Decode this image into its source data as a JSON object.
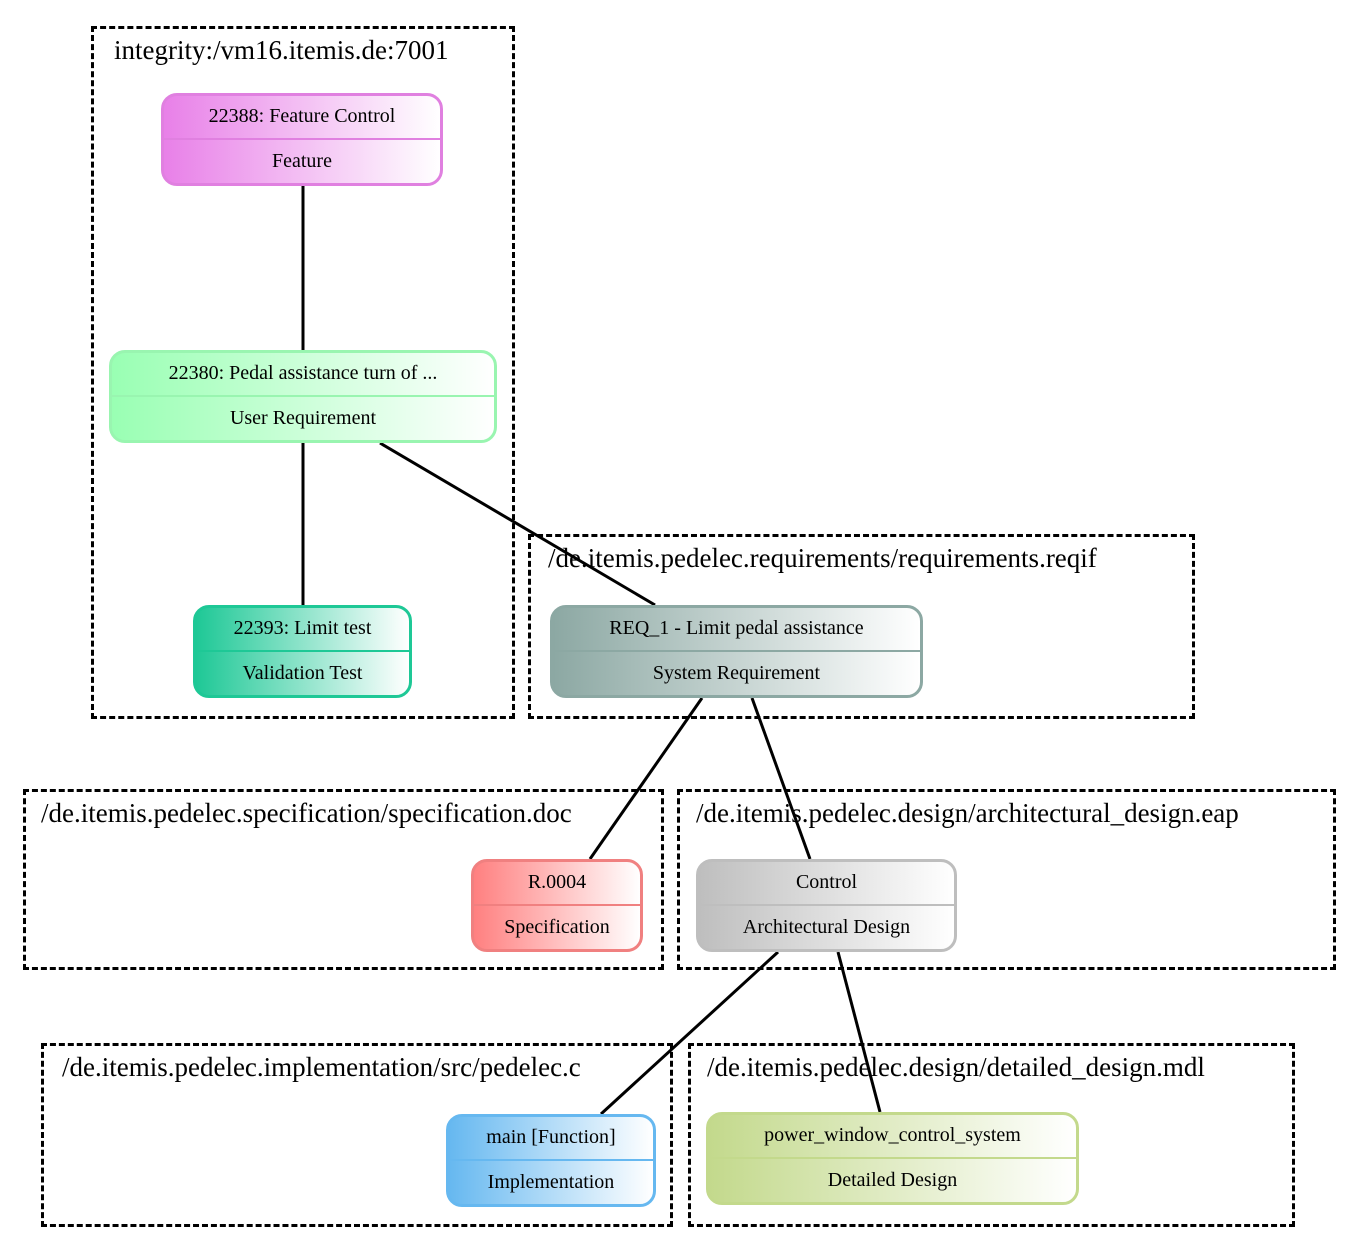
{
  "clusters": {
    "integrity": {
      "label": "integrity:/vm16.itemis.de:7001"
    },
    "reqif": {
      "label": "/de.itemis.pedelec.requirements/requirements.reqif"
    },
    "spec": {
      "label": "/de.itemis.pedelec.specification/specification.doc"
    },
    "arch": {
      "label": "/de.itemis.pedelec.design/architectural_design.eap"
    },
    "impl": {
      "label": "/de.itemis.pedelec.implementation/src/pedelec.c"
    },
    "detail": {
      "label": "/de.itemis.pedelec.design/detailed_design.mdl"
    }
  },
  "nodes": {
    "feature": {
      "title": "22388: Feature Control",
      "type": "Feature",
      "color": "#e880e8"
    },
    "user_req": {
      "title": "22380: Pedal assistance turn of ...",
      "type": "User Requirement",
      "color": "#99ffb3"
    },
    "validation": {
      "title": "22393: Limit test",
      "type": "Validation Test",
      "color": "#1ec896"
    },
    "sys_req": {
      "title": "REQ_1 - Limit pedal assistance",
      "type": "System Requirement",
      "color": "#8ca8a3"
    },
    "spec": {
      "title": "R.0004",
      "type": "Specification",
      "color": "#ff8080"
    },
    "arch": {
      "title": "Control",
      "type": "Architectural Design",
      "color": "#bebebe"
    },
    "impl": {
      "title": "main [Function]",
      "type": "Implementation",
      "color": "#66b8f0"
    },
    "detail": {
      "title": "power_window_control_system",
      "type": "Detailed Design",
      "color": "#c3d98c"
    }
  },
  "edges": [
    [
      "feature",
      "user_req"
    ],
    [
      "user_req",
      "validation"
    ],
    [
      "user_req",
      "sys_req"
    ],
    [
      "sys_req",
      "spec"
    ],
    [
      "sys_req",
      "arch"
    ],
    [
      "arch",
      "impl"
    ],
    [
      "arch",
      "detail"
    ]
  ]
}
